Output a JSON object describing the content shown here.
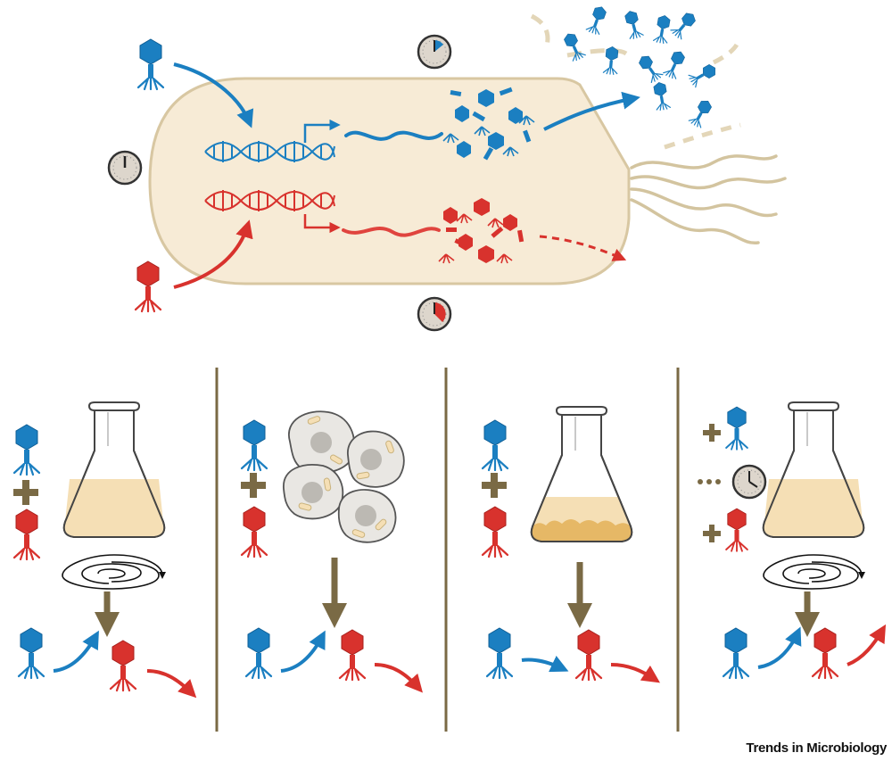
{
  "credit": "Trends in Microbiology",
  "colors": {
    "phage_a": "#1b7fc1",
    "phage_b": "#d8322d",
    "cell_fill": "#f7ebd6",
    "cell_stroke": "#d8c7a2",
    "divider": "#7a6a45",
    "arrow_brown": "#7a6a45",
    "clock_face": "#ddd6cc",
    "medium": "#f5dfb5",
    "biofilm": "#e6b866"
  },
  "icons": [
    "phage-icon",
    "dna-icon",
    "transcript-icon",
    "clock-icon",
    "flask-icon",
    "eukaryotic-cell-icon",
    "shaking-spiral-icon",
    "plus-icon",
    "ellipsis-icon",
    "arrow-icon"
  ],
  "panels": [
    {
      "id": "flask-shaken",
      "icons": [
        "flask-icon",
        "shaking-spiral-icon"
      ]
    },
    {
      "id": "eukaryotic-cells",
      "icons": [
        "eukaryotic-cell-icon"
      ]
    },
    {
      "id": "biofilm-flask",
      "icons": [
        "flask-icon"
      ]
    },
    {
      "id": "delayed-addition",
      "icons": [
        "flask-icon",
        "shaking-spiral-icon",
        "clock-icon"
      ]
    }
  ]
}
